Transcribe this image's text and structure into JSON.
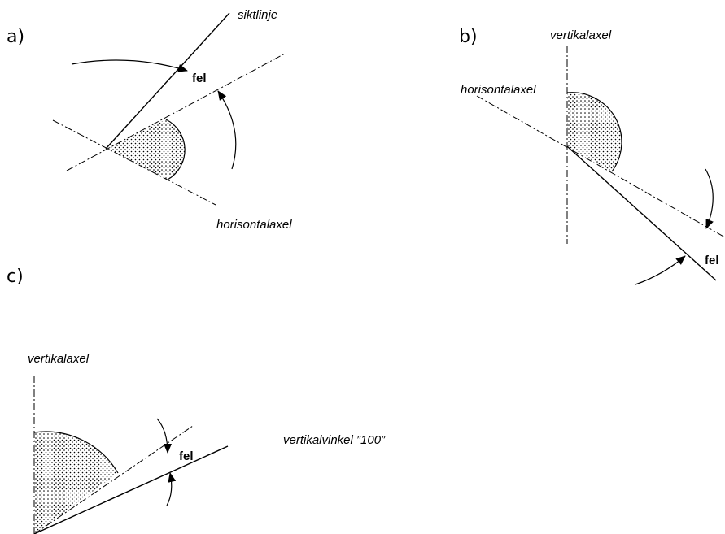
{
  "panels": {
    "a": {
      "letter": "a)",
      "sight_line_label": "siktlinje",
      "error_label": "fel",
      "horizontal_axis_label": "horisontalaxel"
    },
    "b": {
      "letter": "b)",
      "vertical_axis_label": "vertikalaxel",
      "horizontal_axis_label": "horisontalaxel",
      "error_label": "fel"
    },
    "c": {
      "letter": "c)",
      "vertical_axis_label": "vertikalaxel",
      "error_label": "fel",
      "vertical_angle_label": "vertikalvinkel ”100”"
    }
  }
}
